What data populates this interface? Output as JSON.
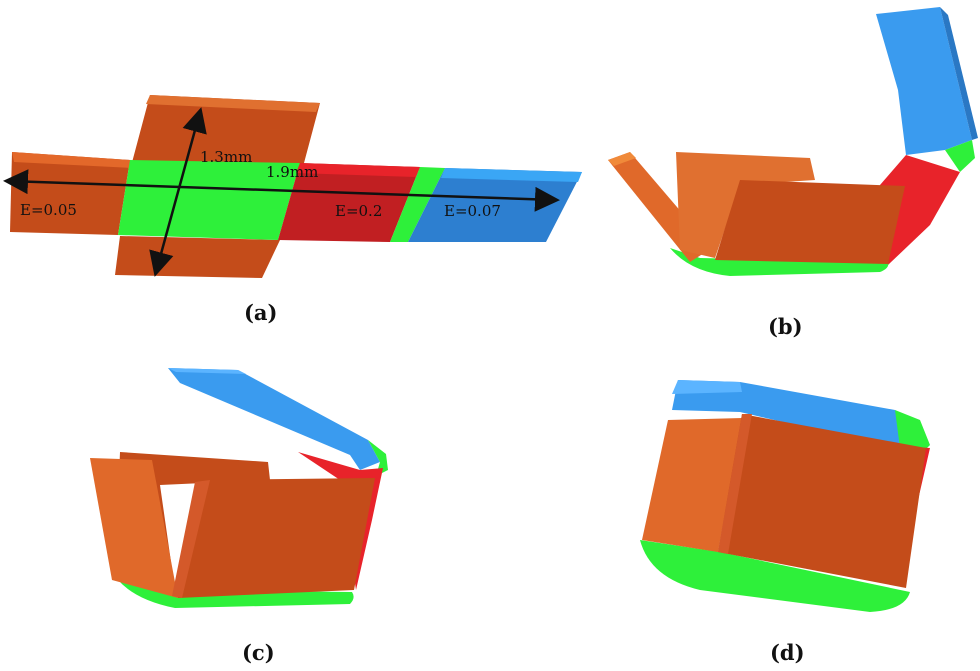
{
  "colors": {
    "orange_light": "#f07a2c",
    "orange_dark": "#c44c1a",
    "green": "#2ef03a",
    "red": "#e8232a",
    "red_dark": "#b81c1f",
    "blue": "#3a9bef",
    "blue_dark": "#2d7fd0",
    "arrow": "#111111"
  },
  "panel_a": {
    "label": "(a)",
    "dim_width": "1.3mm",
    "dim_length": "1.9mm",
    "modulus_left": "E=0.05",
    "modulus_mid": "E=0.2",
    "modulus_right": "E=0.07"
  },
  "panel_b": {
    "label": "(b)"
  },
  "panel_c": {
    "label": "(c)"
  },
  "panel_d": {
    "label": "(d)"
  }
}
